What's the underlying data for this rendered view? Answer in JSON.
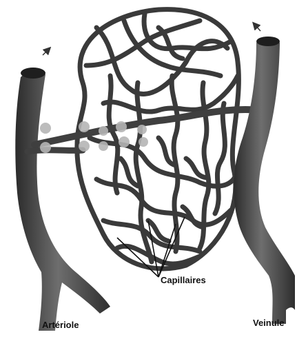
{
  "labels": {
    "capillaires": "Capillaires",
    "arteriole": "Artériole",
    "veinule": "Veinule"
  },
  "colors": {
    "vessel_fill": "#4a4a4a",
    "vessel_dark": "#2b2b2b",
    "vessel_highlight": "#8a8a8a",
    "capillary_stroke": "#3a3a3a",
    "sphincter": "#b5b5b5",
    "background": "#ffffff"
  }
}
